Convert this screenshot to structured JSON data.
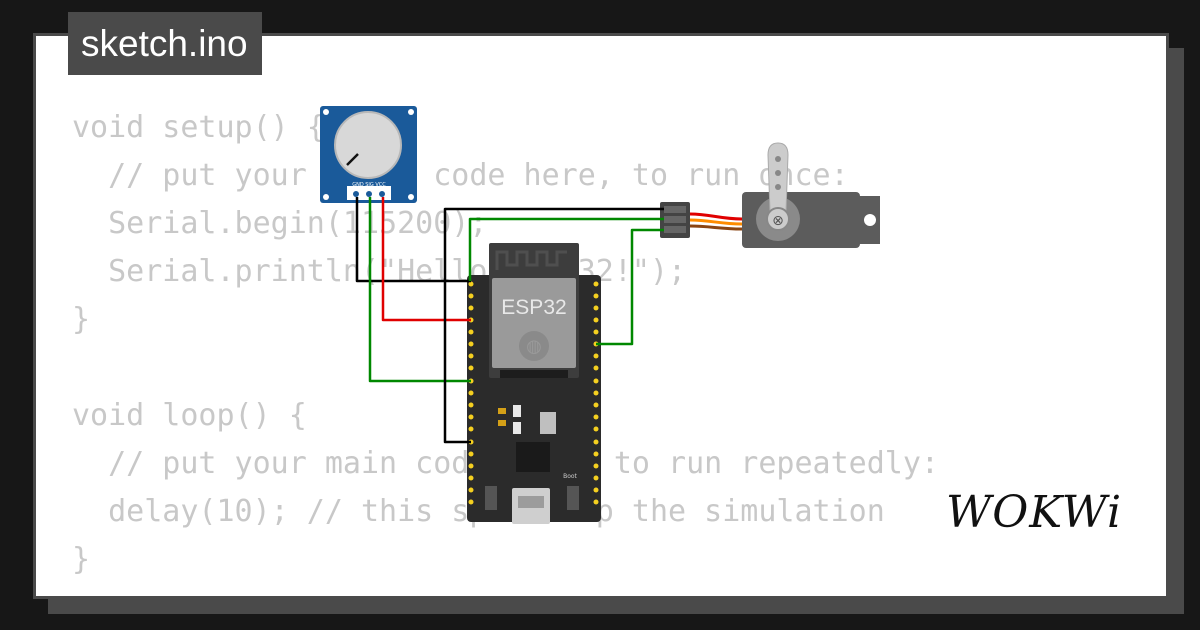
{
  "file_tab": {
    "label": "sketch.ino"
  },
  "code_lines": [
    "void setup() {",
    "  // put your setup code here, to run once:",
    "  Serial.begin(115200);",
    "  Serial.println(\"Hello, ESP32!\");",
    "}",
    "",
    "void loop() {",
    "  // put your main code here, to run repeatedly:",
    "  delay(10); // this speeds up the simulation",
    "}"
  ],
  "potentiometer": {
    "pin_labels": "GND SIG VCC"
  },
  "board": {
    "label": "ESP32",
    "boot_label": "Boot"
  },
  "brand": {
    "logo": "WOKWi"
  },
  "colors": {
    "background": "#171717",
    "frame": "#4a4a4a",
    "code_text": "#c8c8c8",
    "wire_black": "#000000",
    "wire_red": "#e00000",
    "wire_green": "#008800",
    "pot_board": "#1a5a9a",
    "servo_body": "#5c5c5c",
    "esp32_board": "#2b2b2b"
  }
}
